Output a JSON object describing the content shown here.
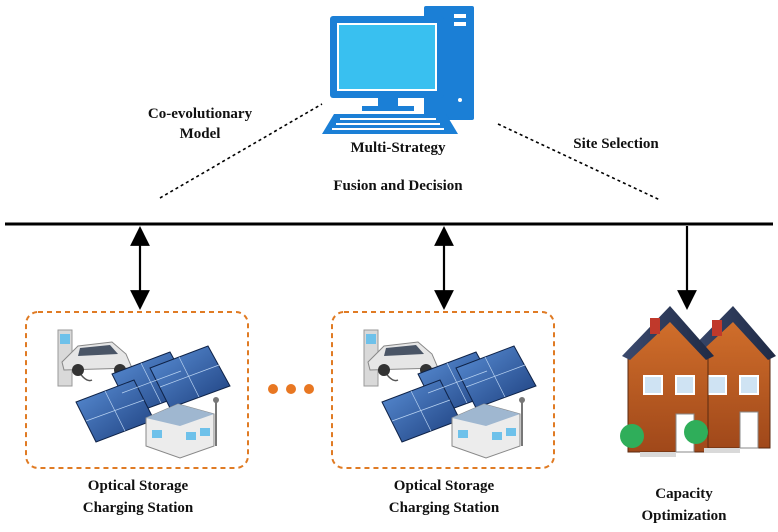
{
  "center": {
    "title_line1": "Multi-Strategy",
    "title_line2": "Fusion and Decision"
  },
  "left_link": {
    "line1": "Co-evolutionary",
    "line2": "Model"
  },
  "right_link": {
    "label": "Site Selection"
  },
  "station_1": {
    "line1": "Optical Storage",
    "line2": "Charging Station"
  },
  "station_2": {
    "line1": "Optical Storage",
    "line2": "Charging Station"
  },
  "capacity": {
    "line1": "Capacity",
    "line2": "Optimization"
  },
  "colors": {
    "dashed_box": "#e07b24",
    "ellipsis_dots": "#e87722",
    "monitor": "#1b7fd6",
    "screen": "#39c0f0",
    "bus": "#000000"
  }
}
